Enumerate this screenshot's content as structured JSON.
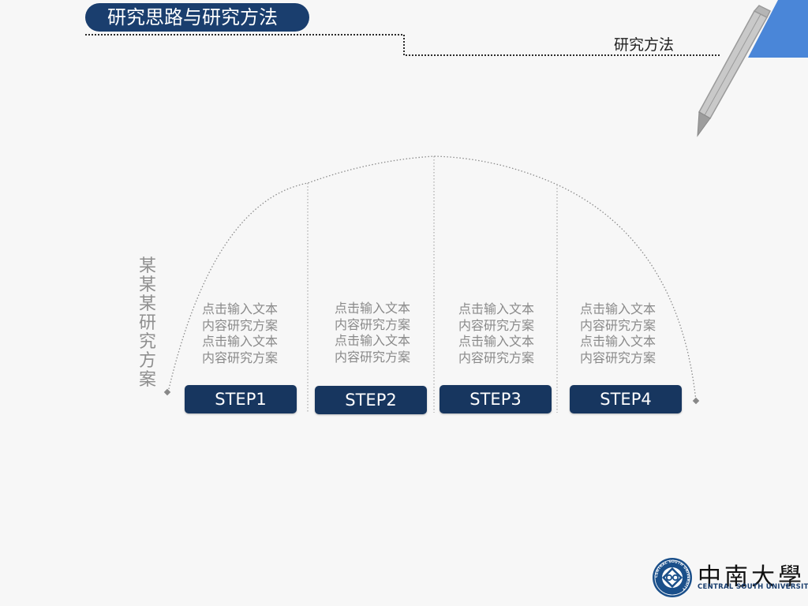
{
  "header": {
    "title": "研究思路与研究方法",
    "subtitle": "研究方法"
  },
  "main": {
    "vertical_title": "某某某研究方案",
    "steps": [
      {
        "label": "STEP1",
        "text_lines": [
          "点击输入文本",
          "内容研究方案",
          "点击输入文本",
          "内容研究方案"
        ]
      },
      {
        "label": "STEP2",
        "text_lines": [
          "点击输入文本",
          "内容研究方案",
          "点击输入文本",
          "内容研究方案"
        ]
      },
      {
        "label": "STEP3",
        "text_lines": [
          "点击输入文本",
          "内容研究方案",
          "点击输入文本",
          "内容研究方案"
        ]
      },
      {
        "label": "STEP4",
        "text_lines": [
          "点击输入文本",
          "内容研究方案",
          "点击输入文本",
          "内容研究方案"
        ]
      }
    ]
  },
  "logo": {
    "name_cn": "中南大學",
    "name_en": "CENTRAL SOUTH UNIVERSITY",
    "seal_text": "CENTRAL SOUTH UNIVERSITY"
  },
  "colors": {
    "navy": "#17365f",
    "accent_blue": "#4a86d8",
    "text_gray": "#8a8a8a"
  },
  "icons": [
    "pencil-icon",
    "university-seal-icon"
  ]
}
